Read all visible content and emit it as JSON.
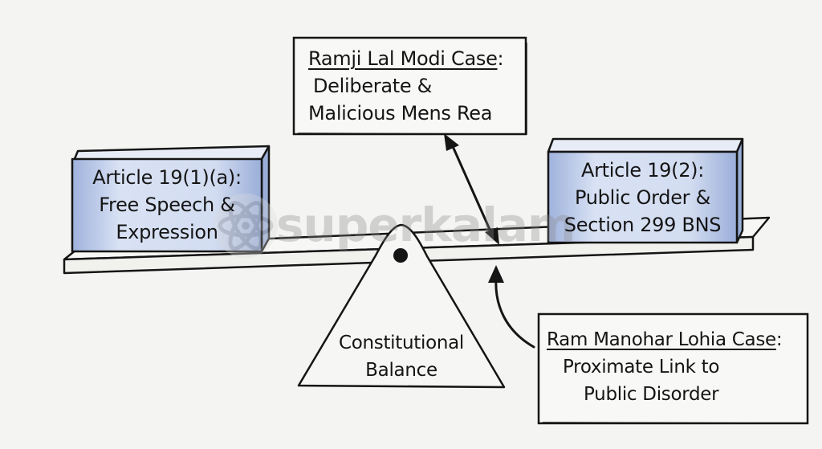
{
  "watermark": {
    "text": "superkalam",
    "logo_icon": "atom-icon"
  },
  "left_block": {
    "title": "Article 19(1)(a):",
    "lines": [
      "Free Speech &",
      "Expression"
    ]
  },
  "right_block": {
    "title": "Article 19(2):",
    "lines": [
      "Public Order &",
      "Section 299 BNS"
    ]
  },
  "top_box": {
    "title": "Ramji Lal Modi Case",
    "lines": [
      "Deliberate &",
      "Malicious Mens Rea"
    ]
  },
  "bottom_box": {
    "title": "Ram Manohar Lohia Case",
    "lines": [
      "Proximate Link to",
      "Public Disorder"
    ]
  },
  "fulcrum": {
    "lines": [
      "Constitutional",
      "Balance"
    ]
  },
  "colors": {
    "ink": "#151515",
    "block_fill": "#cfd9ef",
    "block_edge": "#8ea3d3",
    "background": "#f4f4f2"
  }
}
